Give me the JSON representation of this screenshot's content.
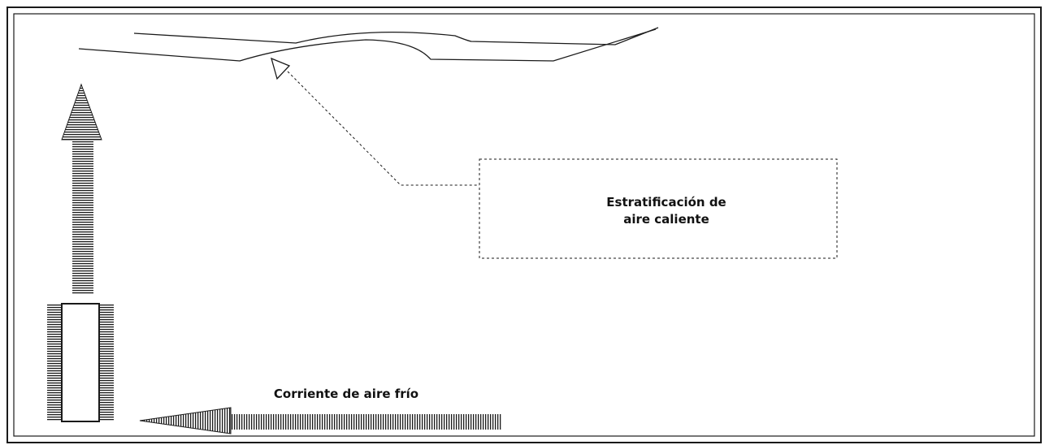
{
  "labels": {
    "warm_air_line1": "Estratificación de",
    "warm_air_line2": "aire caliente",
    "cold_air": "Corriente de aire frío"
  },
  "colors": {
    "stroke": "#1a1a1a",
    "background": "#ffffff"
  }
}
